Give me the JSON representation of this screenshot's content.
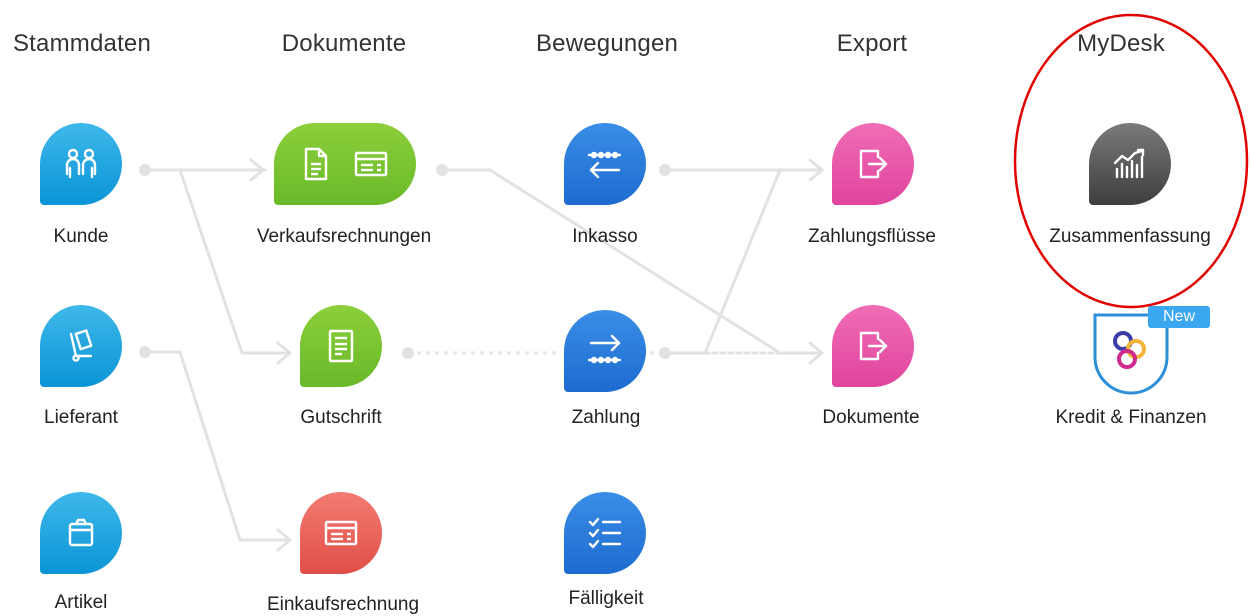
{
  "columns": {
    "stammdaten": "Stammdaten",
    "dokumente": "Dokumente",
    "bewegungen": "Bewegungen",
    "export": "Export",
    "mydesk": "MyDesk"
  },
  "tiles": {
    "kunde": "Kunde",
    "lieferant": "Lieferant",
    "artikel": "Artikel",
    "verkaufsrechnungen": "Verkaufsrechnungen",
    "gutschrift": "Gutschrift",
    "einkaufsrechnung": "Einkaufsrechnung",
    "inkasso": "Inkasso",
    "zahlung": "Zahlung",
    "faelligkeit": "Fälligkeit",
    "zahlungsfluesse": "Zahlungsflüsse",
    "dokumente": "Dokumente",
    "zusammenfassung": "Zusammenfassung",
    "kredit_finanzen": "Kredit & Finanzen"
  },
  "badges": {
    "new": "New"
  },
  "colors": {
    "stammdaten_blue": "#1a9fdc",
    "dokumente_green": "#7ac232",
    "einkauf_red": "#e8564e",
    "bewegungen_blue": "#2a7bdc",
    "export_pink": "#e64fa8",
    "mydesk_gray": "#555555",
    "highlight_red": "#e00000",
    "connector_gray": "#e2e2e2"
  },
  "icons": {
    "kunde": "users-icon",
    "lieferant": "hand-truck-icon",
    "artikel": "box-icon",
    "verkaufsrechnungen": [
      "document-icon",
      "invoice-icon"
    ],
    "gutschrift": "credit-note-icon",
    "einkaufsrechnung": "invoice-icon",
    "inkasso": "arrow-left-icon",
    "zahlung": "arrow-right-icon",
    "faelligkeit": "checklist-icon",
    "zahlungsfluesse": "export-icon",
    "dokumente": "export-icon",
    "zusammenfassung": "chart-icon",
    "kredit_finanzen": "rings-icon"
  }
}
